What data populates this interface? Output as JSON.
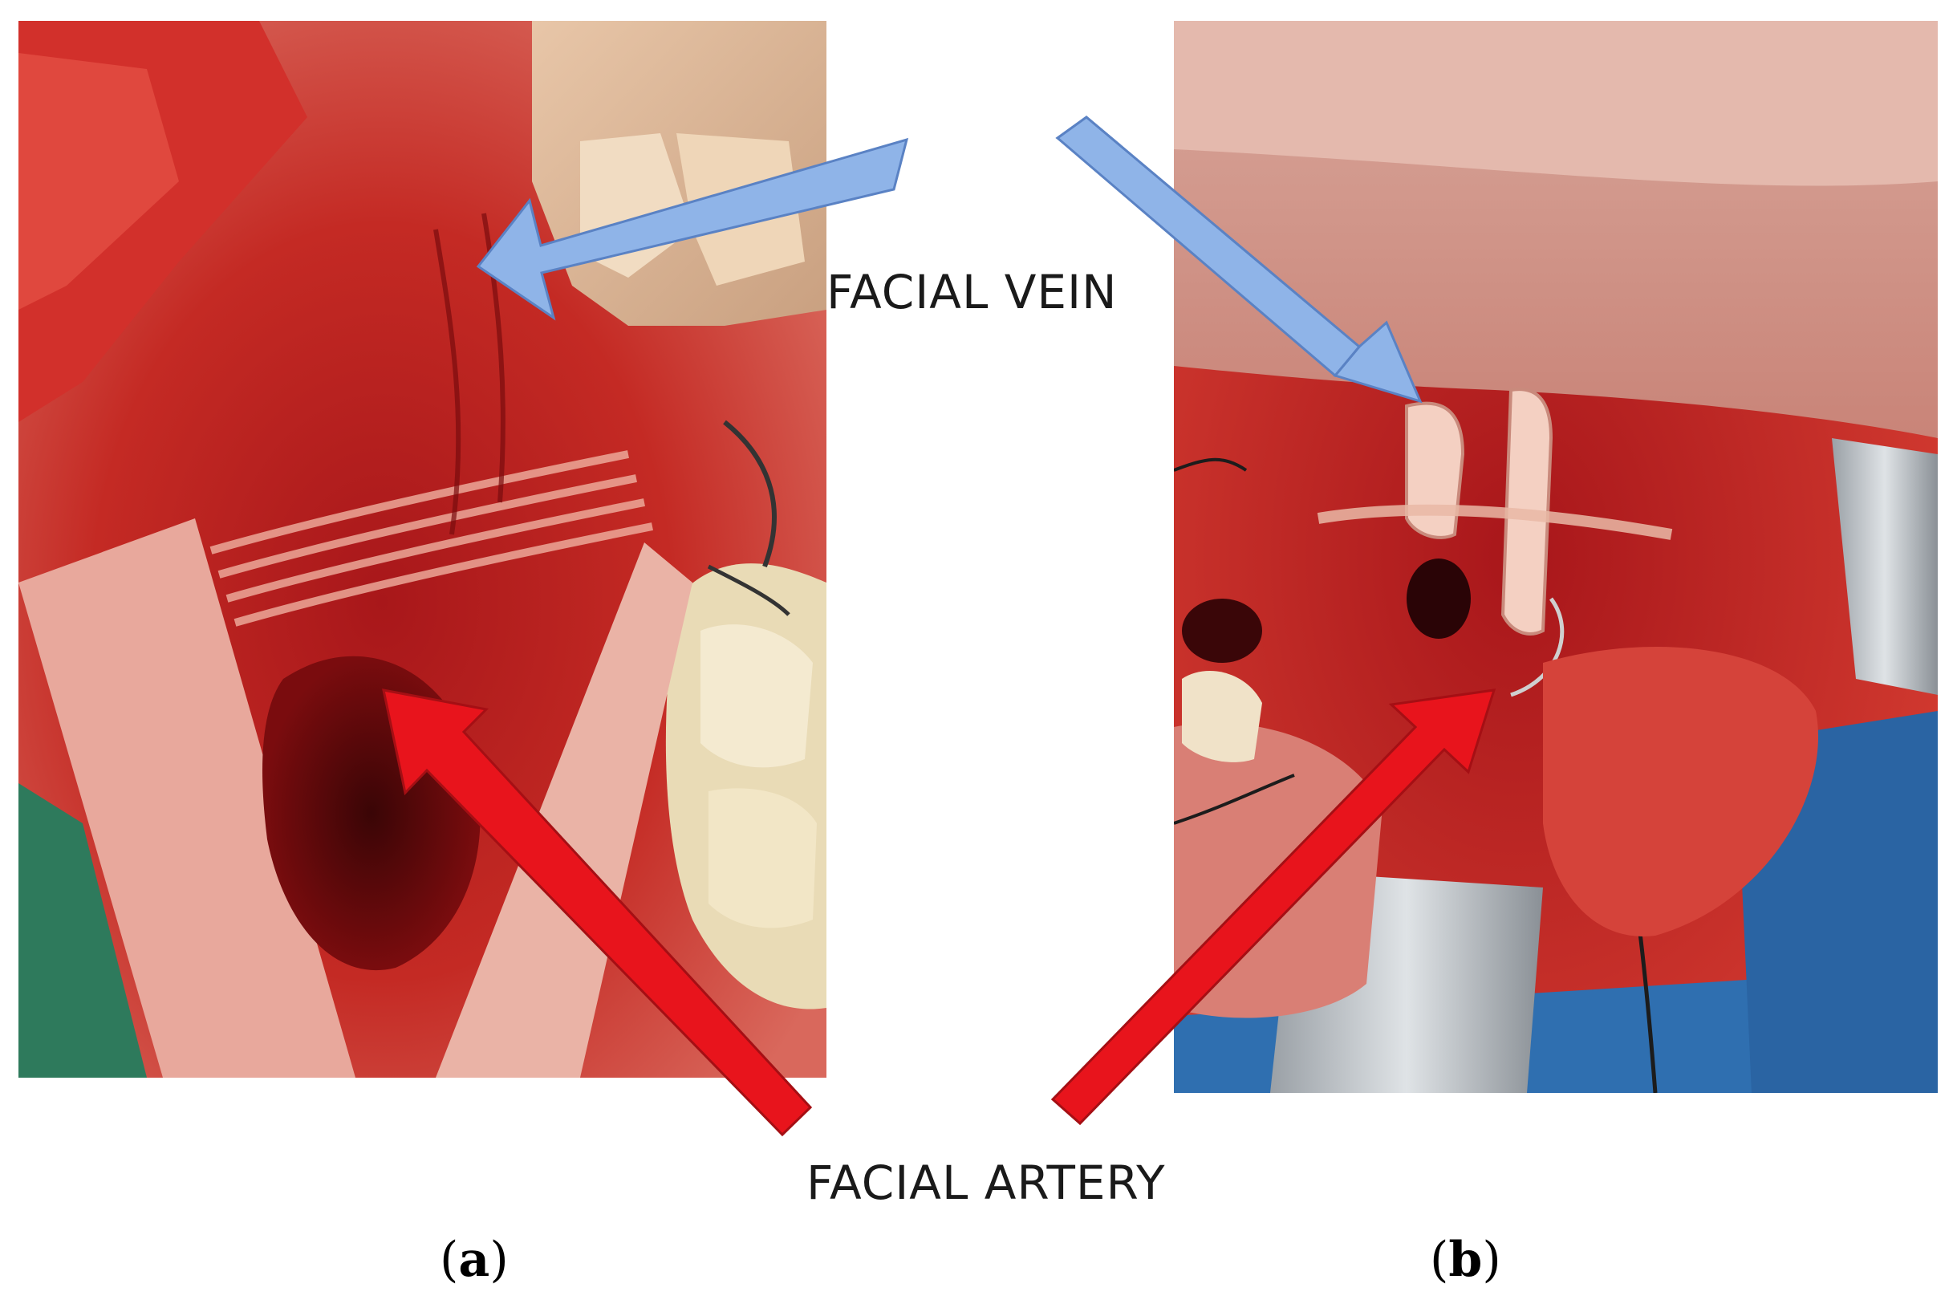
{
  "labels": {
    "vein": "FACIAL VEIN",
    "artery": "FACIAL ARTERY"
  },
  "panels": {
    "a": {
      "open": "(",
      "letter": "a",
      "close": ")"
    },
    "b": {
      "open": "(",
      "letter": "b",
      "close": ")"
    }
  },
  "colors": {
    "vein_arrow": "#8fb4e8",
    "vein_arrow_stroke": "#5a82c4",
    "artery_arrow": "#e8141c",
    "artery_arrow_stroke": "#a50f14",
    "tissue_dark": "#8e0f12",
    "tissue_mid": "#c0241f",
    "tissue_light": "#e06a5c"
  }
}
